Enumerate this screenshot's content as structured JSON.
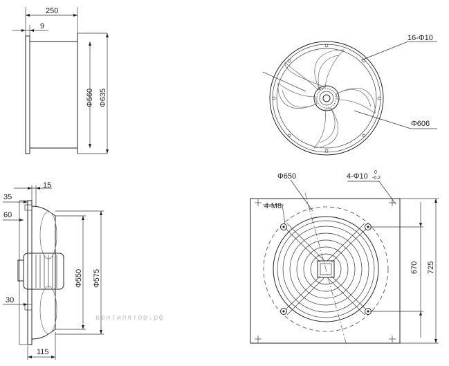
{
  "side_view_top": {
    "dim_overall_depth": "250",
    "dim_flange": "9",
    "dim_inner_dia": "Φ560",
    "dim_outer_dia": "Φ635"
  },
  "front_view_top": {
    "dim_holes": "16-Φ10",
    "dim_bolt_circle": "Φ606"
  },
  "side_view_bottom": {
    "dim_15": "15",
    "dim_35": "35",
    "dim_60": "60",
    "dim_30": "30",
    "dim_115": "115",
    "dim_550": "Φ550",
    "dim_575": "Φ575"
  },
  "front_view_bottom": {
    "dim_ring": "Φ650",
    "dim_holes_label": "4-Φ10",
    "dim_holes_tol_upper": "0",
    "dim_holes_tol_lower": "-0.2",
    "dim_m8": "4-M8",
    "dim_670": "670",
    "dim_725": "725"
  },
  "watermark": "вентилятор.рф"
}
